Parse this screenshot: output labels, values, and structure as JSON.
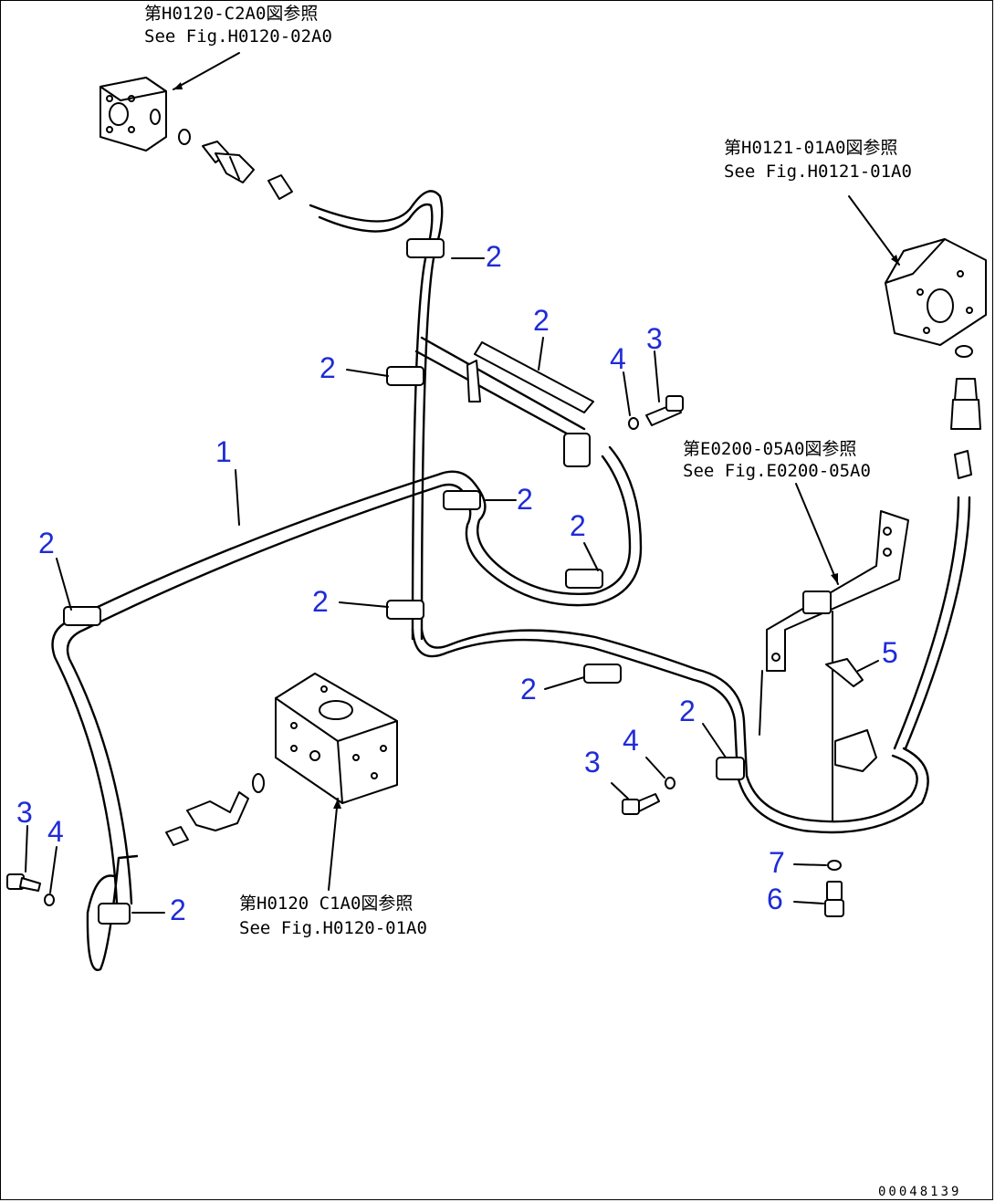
{
  "references": {
    "ref1": {
      "line1": "第H0120-C2A0図参照",
      "line2": "See Fig.H0120-02A0"
    },
    "ref2": {
      "line1": "第H0121-01A0図参照",
      "line2": "See Fig.H0121-01A0"
    },
    "ref3": {
      "line1": "第E0200-05A0図参照",
      "line2": "See Fig.E0200-05A0"
    },
    "ref4": {
      "line1": "第H0120 C1A0図参照",
      "line2": "See Fig.H0120-01A0"
    }
  },
  "callouts": [
    "1",
    "2",
    "3",
    "4",
    "5",
    "6",
    "7"
  ],
  "drawing_code": "00048139",
  "colors": {
    "callout": "#1f2bd6",
    "line": "#000000"
  }
}
